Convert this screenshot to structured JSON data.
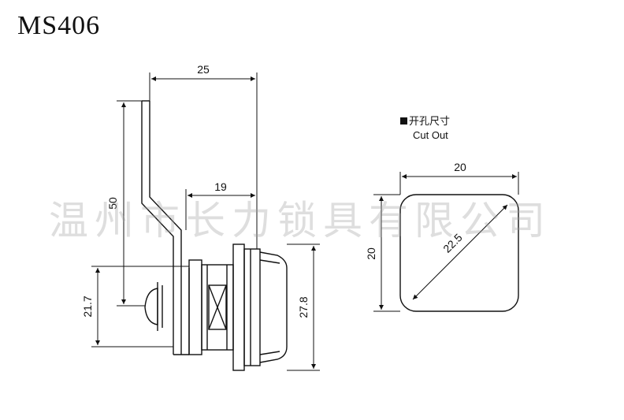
{
  "title": "MS406",
  "watermark": "温州市长力锁具有限公司",
  "cutout": {
    "label_cn": "开孔尺寸",
    "label_en": "Cut Out",
    "width": "20",
    "height": "20",
    "diagonal": "22.5"
  },
  "dimensions": {
    "top_width": "25",
    "inner_width": "19",
    "cam_length": "50",
    "left_height": "21.7",
    "body_height": "27.8"
  },
  "colors": {
    "line": "#111111",
    "watermark": "#a0a0a0"
  }
}
